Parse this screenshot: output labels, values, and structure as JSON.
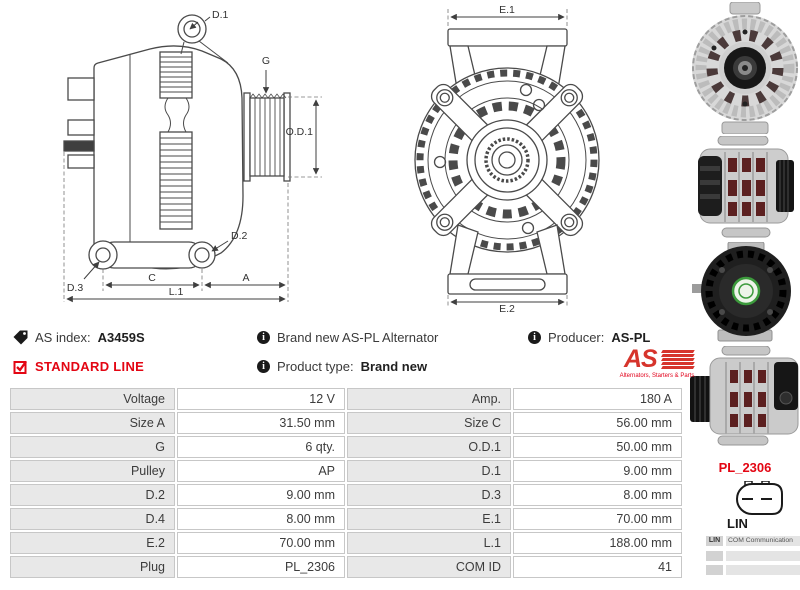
{
  "info": {
    "as_index_label": "AS index:",
    "as_index_value": "A3459S",
    "standard_line_label": "STANDARD LINE",
    "brand_new_text": "Brand new AS-PL Alternator",
    "product_type_label": "Product type:",
    "product_type_value": "Brand new",
    "producer_label": "Producer:",
    "producer_value": "AS-PL",
    "logo_text": "AS",
    "logo_tagline": "Alternators, Starters & Parts"
  },
  "icons": {
    "as_index": "tag-icon",
    "standard_line": "checked-checkbox-icon",
    "info": "info-circle-icon",
    "plug": "lin-plug-icon"
  },
  "diagram_side": {
    "labels": {
      "d1": "D.1",
      "g": "G",
      "od1": "O.D.1",
      "d2": "D.2",
      "d3": "D.3",
      "c": "C",
      "a": "A",
      "l1": "L.1"
    }
  },
  "diagram_front": {
    "labels": {
      "e1": "E.1",
      "e2": "E.2"
    }
  },
  "connector": {
    "code": "PL_2306",
    "type_label": "LIN",
    "table": [
      {
        "key": "LIN",
        "value": "COM Communication"
      },
      {
        "key": "",
        "value": ""
      },
      {
        "key": "",
        "value": ""
      }
    ]
  },
  "spec_table": {
    "rows": [
      {
        "label1": "Voltage",
        "value1": "12 V",
        "label2": "Amp.",
        "value2": "180 A"
      },
      {
        "label1": "Size A",
        "value1": "31.50 mm",
        "label2": "Size C",
        "value2": "56.00 mm"
      },
      {
        "label1": "G",
        "value1": "6 qty.",
        "label2": "O.D.1",
        "value2": "50.00 mm"
      },
      {
        "label1": "Pulley",
        "value1": "AP",
        "label2": "D.1",
        "value2": "9.00 mm"
      },
      {
        "label1": "D.2",
        "value1": "9.00 mm",
        "label2": "D.3",
        "value2": "8.00 mm"
      },
      {
        "label1": "D.4",
        "value1": "8.00 mm",
        "label2": "E.1",
        "value2": "70.00 mm"
      },
      {
        "label1": "E.2",
        "value1": "70.00 mm",
        "label2": "L.1",
        "value2": "188.00 mm"
      },
      {
        "label1": "Plug",
        "value1": "PL_2306",
        "label2": "COM ID",
        "value2": "41"
      }
    ]
  },
  "colors": {
    "accent_red": "#e30613",
    "logo_red": "#d6342c",
    "table_label_bg": "#e8e8e8",
    "table_border": "#c7c7c7",
    "drawing_line": "#4a4a4a"
  }
}
